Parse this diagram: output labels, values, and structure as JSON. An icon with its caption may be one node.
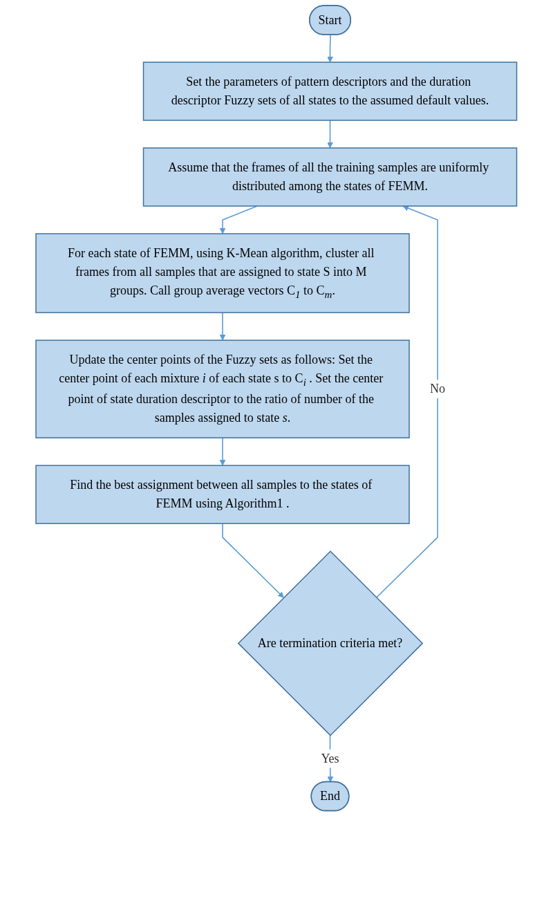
{
  "diagram": {
    "nodes": [
      {
        "text": [
          "Start"
        ]
      },
      {
        "text": [
          "Set the parameters of pattern descriptors and the duration descriptor Fuzzy sets of all states to the assumed default values."
        ]
      },
      {
        "text": [
          "Assume that the frames of all the training samples are uniformly distributed among the states of FEMM."
        ]
      },
      {
        "text": [
          "For each state of FEMM, using K-Mean algorithm, cluster all frames from all samples that are assigned to state S into M groups. Call group average vectors C$_{1}$ to C$_{m}$."
        ]
      },
      {
        "text": [
          "Update the center points of the Fuzzy sets as follows: Set the center point of each mixture *i* of each state s to C$_{i}$ . Set the center point of state duration descriptor to the ratio of number of the samples assigned to state *s*."
        ]
      },
      {
        "text": [
          "Find the best assignment between all samples to the states of FEMM using Algorithm1 ."
        ]
      },
      {
        "text": [
          "Are termination criteria met?"
        ]
      },
      {
        "text": [
          "End"
        ]
      }
    ],
    "edges": [
      {
        "from": 0,
        "to": 1,
        "arrow": "to"
      },
      {
        "from": 1,
        "to": 2,
        "arrow": "to"
      },
      {
        "from": 2,
        "to": 3,
        "arrow": "to"
      },
      {
        "from": 3,
        "to": 4,
        "arrow": "to"
      },
      {
        "from": 4,
        "to": 5,
        "arrow": "to"
      },
      {
        "from": 5,
        "to": 6,
        "arrow": "to"
      },
      {
        "from": 6,
        "to": 2,
        "label": "No",
        "arrow": "to"
      },
      {
        "from": 6,
        "to": 7,
        "label": "Yes",
        "arrow": "to"
      }
    ]
  }
}
